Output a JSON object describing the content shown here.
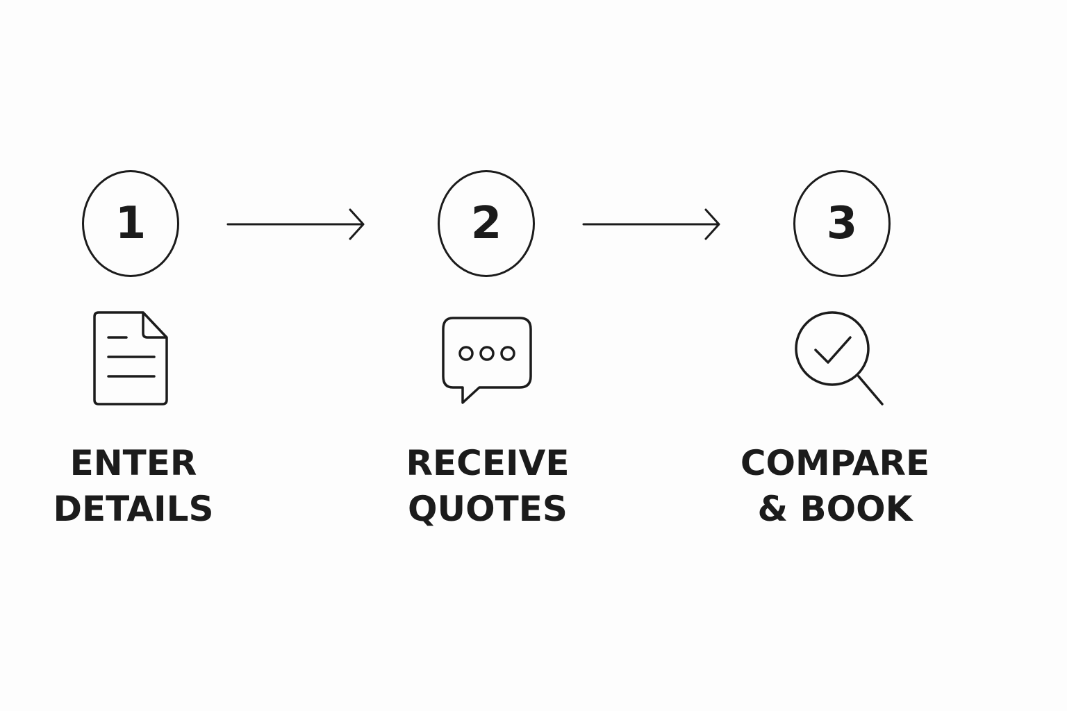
{
  "steps": [
    {
      "number": "1",
      "label_line1": "ENTER",
      "label_line2": "DETAILS",
      "icon": "document-icon"
    },
    {
      "number": "2",
      "label_line1": "RECEIVE",
      "label_line2": "QUOTES",
      "icon": "chat-bubble-icon"
    },
    {
      "number": "3",
      "label_line1": "COMPARE",
      "label_line2": "& BOOK",
      "icon": "magnifier-check-icon"
    }
  ],
  "colors": {
    "stroke": "#1b1b1b",
    "background": "#fdfdfd"
  }
}
